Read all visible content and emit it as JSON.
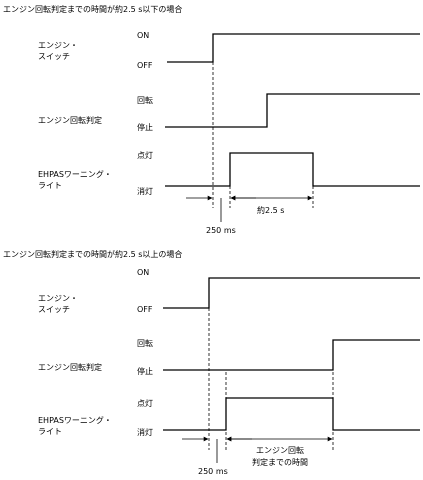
{
  "section1": {
    "title": "エンジン回転判定までの時間が約2.5 s以下の場合",
    "switch_label": [
      "エンジン・",
      "スイッチ"
    ],
    "switch_states": {
      "high": "ON",
      "low": "OFF"
    },
    "rotation_label": "エンジン回転判定",
    "rotation_states": {
      "high": "回転",
      "low": "停止"
    },
    "lamp_label": [
      "EHPASワーニング・",
      "ライト"
    ],
    "lamp_states": {
      "high": "点灯",
      "low": "消灯"
    },
    "delay_label": "250 ms",
    "duration_label": "約2.5 s"
  },
  "section2": {
    "title": "エンジン回転判定までの時間が約2.5 s以上の場合",
    "switch_label": [
      "エンジン・",
      "スイッチ"
    ],
    "switch_states": {
      "high": "ON",
      "low": "OFF"
    },
    "rotation_label": "エンジン回転判定",
    "rotation_states": {
      "high": "回転",
      "low": "停止"
    },
    "lamp_label": [
      "EHPASワーニング・",
      "ライト"
    ],
    "lamp_states": {
      "high": "点灯",
      "low": "消灯"
    },
    "delay_label": "250 ms",
    "duration_label": [
      "エンジン回転",
      "判定までの時間"
    ]
  }
}
